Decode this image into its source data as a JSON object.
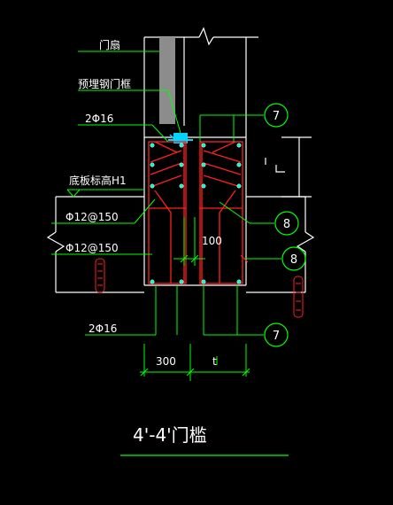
{
  "labels": {
    "door_leaf": "门扇",
    "embedded_frame": "预埋钢门框",
    "top_bars": "2Φ16",
    "slab_elevation": "底板标高H1",
    "stirrup_upper": "Φ12@150",
    "stirrup_lower": "Φ12@150",
    "bottom_bars": "2Φ16",
    "dim_100": "100",
    "dim_300": "300",
    "dim_t": "t",
    "title": "4'-4'门槛"
  },
  "markers": {
    "m7_top": "7",
    "m8_mid": "8",
    "m8_right": "8",
    "m7_bottom": "7"
  },
  "colors": {
    "background": "#000000",
    "outline": "#ffffff",
    "rebar": "#ff2020",
    "leader": "#00ff00",
    "frame": "#00d4ff",
    "door_fill": "#8c8c8c",
    "dimension": "#00ff00"
  }
}
